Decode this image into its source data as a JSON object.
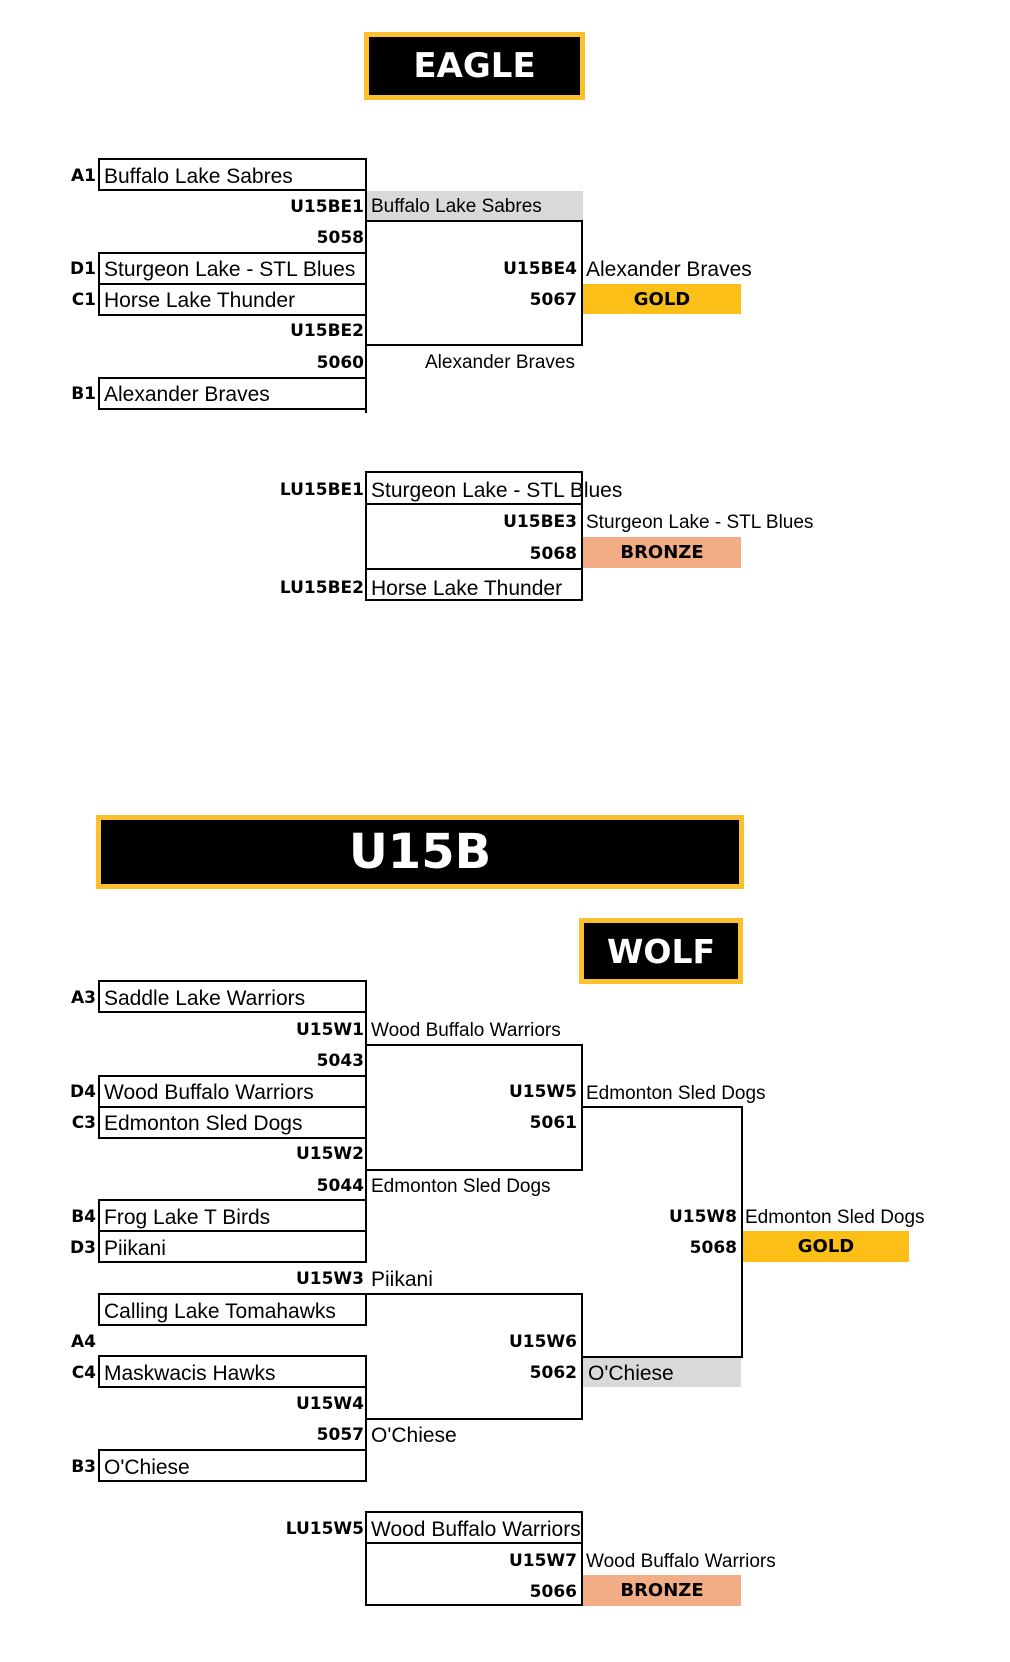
{
  "colors": {
    "gold": "#fbbf18",
    "bronze": "#f2ad87",
    "grey": "#d9d9d9",
    "accent": "#fbc02d"
  },
  "eagle": {
    "title": "EAGLE",
    "slots": {
      "a1": {
        "seed": "A1",
        "team": "Buffalo Lake Sabres"
      },
      "d1": {
        "seed": "D1",
        "team": "Sturgeon Lake - STL Blues"
      },
      "c1": {
        "seed": "C1",
        "team": "Horse Lake Thunder"
      },
      "b1": {
        "seed": "B1",
        "team": "Alexander Braves"
      }
    },
    "games": {
      "e1": {
        "code": "U15BE1",
        "number": "5058",
        "winner": "Buffalo Lake Sabres"
      },
      "e2": {
        "code": "U15BE2",
        "number": "5060",
        "winner": "Alexander Braves"
      },
      "e4": {
        "code": "U15BE4",
        "number": "5067",
        "winner": "Alexander Braves",
        "medal": "GOLD"
      }
    },
    "consolation": {
      "l1": {
        "code": "LU15BE1",
        "team": "Sturgeon Lake - STL Blues"
      },
      "l2": {
        "code": "LU15BE2",
        "team": "Horse Lake Thunder"
      },
      "e3": {
        "code": "U15BE3",
        "number": "5068",
        "winner": "Sturgeon Lake - STL Blues",
        "medal": "BRONZE"
      }
    }
  },
  "division": {
    "title": "U15B"
  },
  "wolf": {
    "title": "WOLF",
    "slots": {
      "a3": {
        "seed": "A3",
        "team": "Saddle Lake Warriors"
      },
      "d4": {
        "seed": "D4",
        "team": "Wood Buffalo Warriors"
      },
      "c3": {
        "seed": "C3",
        "team": "Edmonton Sled Dogs"
      },
      "b4": {
        "seed": "B4",
        "team": "Frog Lake T Birds"
      },
      "d3": {
        "seed": "D3",
        "team": "Piikani"
      },
      "a4": {
        "seed": "A4",
        "team": "Calling Lake Tomahawks"
      },
      "c4": {
        "seed": "C4",
        "team": "Maskwacis Hawks"
      },
      "b3": {
        "seed": "B3",
        "team": "O'Chiese"
      }
    },
    "games": {
      "w1": {
        "code": "U15W1",
        "number": "5043",
        "winner": "Wood Buffalo Warriors"
      },
      "w2": {
        "code": "U15W2",
        "number": "5044",
        "winner": "Edmonton Sled Dogs"
      },
      "w3": {
        "code": "U15W3",
        "winner": "Piikani"
      },
      "w4": {
        "code": "U15W4",
        "number": "5057",
        "winner": "O'Chiese"
      },
      "w5": {
        "code": "U15W5",
        "number": "5061",
        "winner": "Edmonton Sled Dogs"
      },
      "w6": {
        "code": "U15W6",
        "number": "5062",
        "winner": "O'Chiese"
      },
      "w8": {
        "code": "U15W8",
        "number": "5068",
        "winner": "Edmonton Sled Dogs",
        "medal": "GOLD"
      }
    },
    "consolation": {
      "l5": {
        "code": "LU15W5",
        "team": "Wood Buffalo Warriors"
      },
      "w7": {
        "code": "U15W7",
        "number": "5066",
        "winner": "Wood Buffalo Warriors",
        "medal": "BRONZE"
      }
    }
  }
}
